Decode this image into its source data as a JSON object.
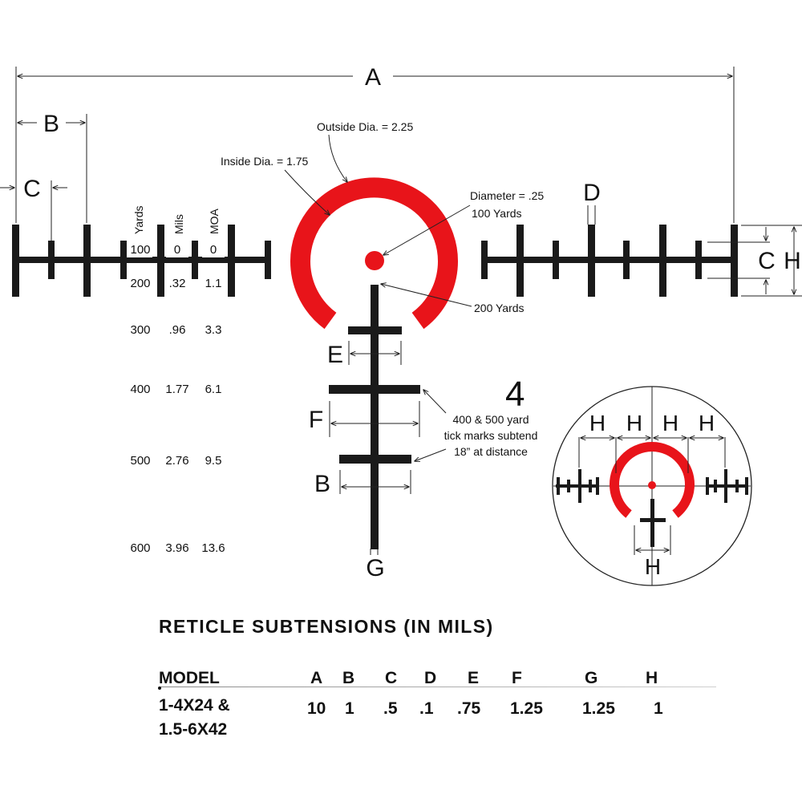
{
  "diagram": {
    "dim_letters": {
      "A": "A",
      "B": "B",
      "C": "C",
      "D": "D",
      "E": "E",
      "F": "F",
      "G": "G",
      "H": "H"
    },
    "table_headers": {
      "yards": "Yards",
      "mils": "Mils",
      "moa": "MOA"
    },
    "table_rows": [
      {
        "yards": "100",
        "mils": "0",
        "moa": "0"
      },
      {
        "yards": "200",
        "mils": ".32",
        "moa": "1.1"
      },
      {
        "yards": "300",
        "mils": ".96",
        "moa": "3.3"
      },
      {
        "yards": "400",
        "mils": "1.77",
        "moa": "6.1"
      },
      {
        "yards": "500",
        "mils": "2.76",
        "moa": "9.5"
      },
      {
        "yards": "600",
        "mils": "3.96",
        "moa": "13.6"
      }
    ],
    "annotations": {
      "outside_dia": "Outside Dia. = 2.25",
      "inside_dia": "Inside Dia. = 1.75",
      "dot_diameter": "Diameter = .25",
      "dot_range": "100 Yards",
      "post_tip": "200 Yards",
      "ticks_line1": "400 & 500 yard",
      "ticks_line2": "tick marks subtend",
      "ticks_line3": "18” at distance"
    },
    "reticle_number": "4",
    "colors": {
      "reticle_red": "#e8141a",
      "reticle_black": "#1a1a1a"
    }
  },
  "spec_table": {
    "title": "RETICLE SUBTENSIONS (IN MILS)",
    "model_header": "MODEL",
    "columns": [
      "A",
      "B",
      "C",
      "D",
      "E",
      "F",
      "G",
      "H"
    ],
    "model_line1": "1-4X24 &",
    "model_line2": "1.5-6X42",
    "values": [
      "10",
      "1",
      ".5",
      ".1",
      ".75",
      "1.25",
      "1.25",
      "1"
    ]
  }
}
